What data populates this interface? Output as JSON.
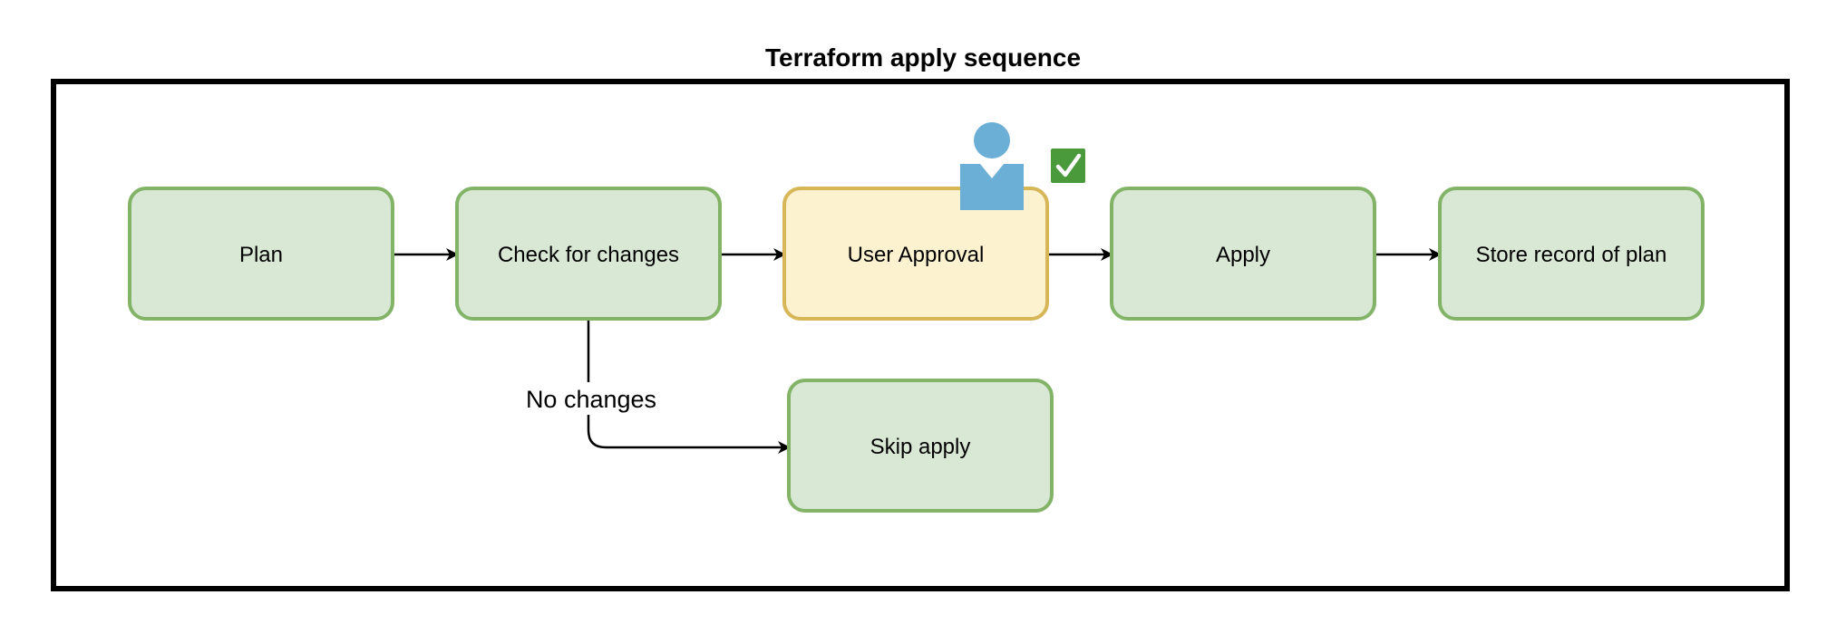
{
  "diagram": {
    "title": "Terraform apply sequence",
    "nodes": {
      "plan": "Plan",
      "check": "Check for changes",
      "approval": "User Approval",
      "apply": "Apply",
      "store": "Store record of plan",
      "skip": "Skip apply"
    },
    "edge_labels": {
      "no_changes": "No changes"
    },
    "colors": {
      "green_fill": "#d9e8d5",
      "green_stroke": "#82b366",
      "yellow_fill": "#fdf2d0",
      "yellow_stroke": "#d6b656",
      "user_icon": "#6baed6",
      "check_badge": "#4a9a3c"
    },
    "icons": [
      "user-icon",
      "checkmark-icon"
    ]
  }
}
